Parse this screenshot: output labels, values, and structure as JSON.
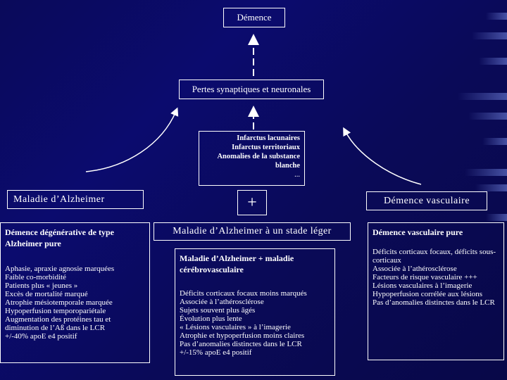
{
  "diagram": {
    "top": "Démence",
    "middle": "Pertes synaptiques et neuronales",
    "infarctus": {
      "lines": [
        "Infarctus lacunaires",
        "Infarctus territoriaux",
        "Anomalies de la substance",
        "blanche"
      ],
      "ellipsis": "..."
    },
    "alzheimer_label": "Maladie d’Alzheimer",
    "plus": "+",
    "vascular_label": "Démence vasculaire",
    "alz_stade": "Maladie d’Alzheimer à un stade léger",
    "left_panel": {
      "heading": "Démence dégénérative de type Alzheimer pure",
      "items": [
        "Aphasie, apraxie agnosie marquées",
        "Faible co-morbidité",
        "Patients plus « jeunes »",
        "Excès de mortalité marqué",
        "Atrophie mésiotemporale marquée",
        "Hypoperfusion temporopariétale",
        "Augmentation des protéines tau et diminution de l’Aß dans le LCR",
        "+/-40% apoE e4 positif"
      ]
    },
    "middle_panel": {
      "heading": "Maladie d’Alzheimer + maladie cérébrovasculaire",
      "items": [
        "Déficits corticaux focaux moins marqués",
        "Associée à l’athérosclérose",
        "Sujets souvent plus âgés",
        "Évolution plus lente",
        "« Lésions vasculaires » à l’imagerie",
        "Atrophie et hypoperfusion moins claires",
        "Pas d’anomalies distinctes dans le LCR",
        "+/-15% apoE e4 positif"
      ]
    },
    "right_panel": {
      "heading": "Démence vasculaire pure",
      "items": [
        "Déficits corticaux focaux, déficits sous-corticaux",
        "Associée à l’athérosclérose",
        "Facteurs de risque vasculaire +++",
        "Lésions vasculaires à l’imagerie",
        "Hypoperfusion corrélée aux lésions",
        "Pas d’anomalies distinctes dans le LCR"
      ]
    },
    "colors": {
      "background": "#0a0a5a",
      "line": "#ffffff"
    }
  }
}
